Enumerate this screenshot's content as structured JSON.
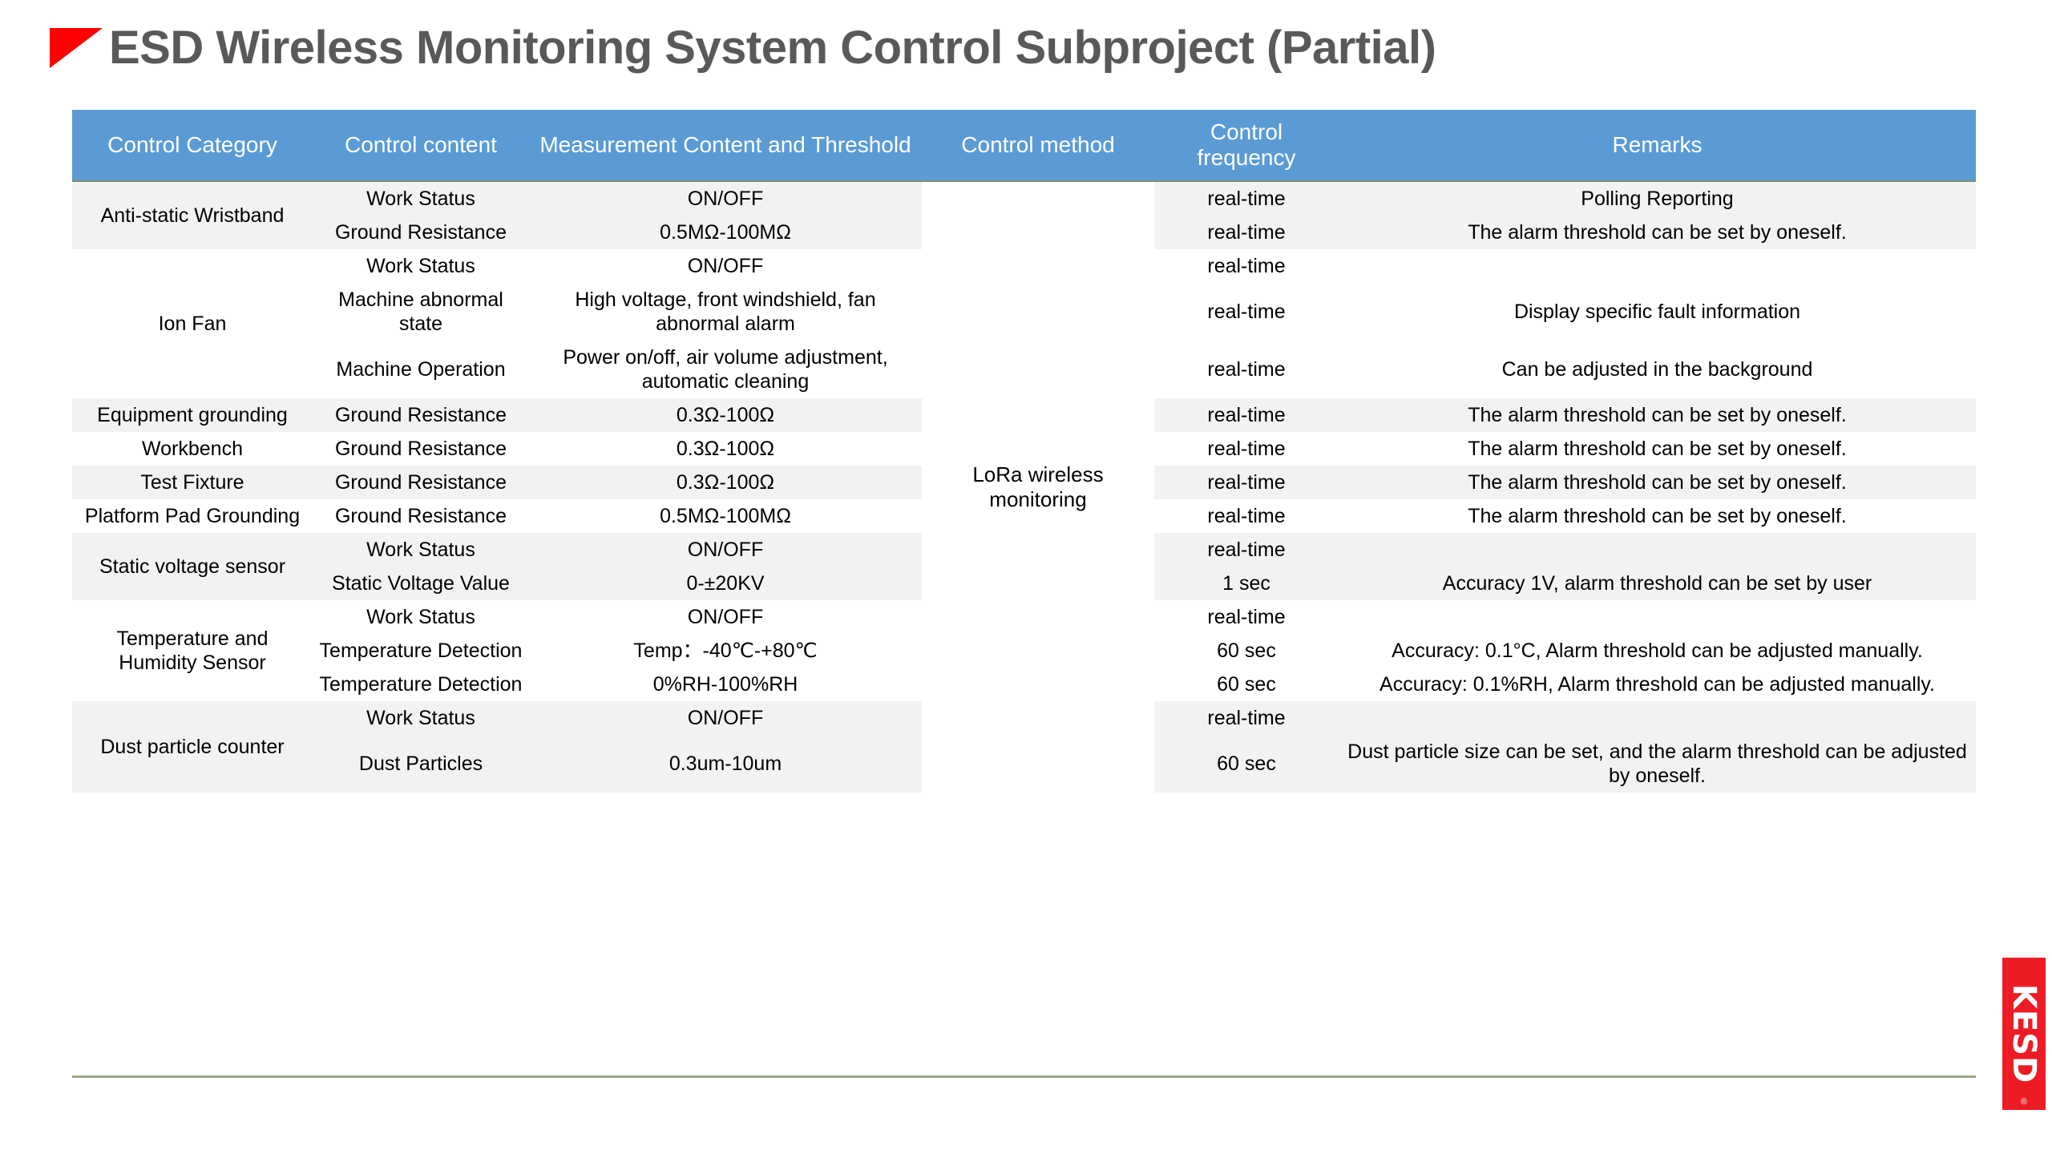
{
  "page": {
    "title": "ESD Wireless Monitoring System Control Subproject (Partial)",
    "marker_color": "#FF0000",
    "title_color": "#595959"
  },
  "table": {
    "header_bg": "#5B9BD5",
    "header_text_color": "#FFFFFF",
    "band_color": "#F2F2F2",
    "headers": [
      "Control Category",
      "Control content",
      "Measurement Content and Threshold",
      "Control method",
      "Control\nfrequency",
      "Remarks"
    ],
    "header_control_frequency_line1": "Control",
    "header_control_frequency_line2": "frequency",
    "control_method_value": "LoRa wireless monitoring",
    "rows": [
      {
        "category": "Anti-static Wristband",
        "control_content": "Work Status",
        "measurement": "ON/OFF",
        "frequency": "real-time",
        "remarks": "Polling Reporting"
      },
      {
        "category": "",
        "control_content": "Ground Resistance",
        "measurement": "0.5MΩ-100MΩ",
        "frequency": "real-time",
        "remarks": "The alarm threshold can be set by oneself."
      },
      {
        "category": "Ion Fan",
        "control_content": "Work Status",
        "measurement": "ON/OFF",
        "frequency": "real-time",
        "remarks": ""
      },
      {
        "category": "",
        "control_content": "Machine abnormal state",
        "measurement": "High voltage, front windshield, fan abnormal alarm",
        "frequency": "real-time",
        "remarks": "Display specific fault information"
      },
      {
        "category": "",
        "control_content": "Machine Operation",
        "measurement": "Power on/off, air volume adjustment, automatic cleaning",
        "frequency": "real-time",
        "remarks": "Can be adjusted in the background"
      },
      {
        "category": "Equipment grounding",
        "control_content": "Ground Resistance",
        "measurement": "0.3Ω-100Ω",
        "frequency": "real-time",
        "remarks": "The alarm threshold can be set by oneself."
      },
      {
        "category": "Workbench",
        "control_content": "Ground Resistance",
        "measurement": "0.3Ω-100Ω",
        "frequency": "real-time",
        "remarks": "The alarm threshold can be set by oneself."
      },
      {
        "category": "Test Fixture",
        "control_content": "Ground Resistance",
        "measurement": "0.3Ω-100Ω",
        "frequency": "real-time",
        "remarks": "The alarm threshold can be set by oneself."
      },
      {
        "category": "Platform Pad Grounding",
        "control_content": "Ground Resistance",
        "measurement": "0.5MΩ-100MΩ",
        "frequency": "real-time",
        "remarks": "The alarm threshold can be set by oneself."
      },
      {
        "category": "Static voltage sensor",
        "control_content": "Work Status",
        "measurement": "ON/OFF",
        "frequency": "real-time",
        "remarks": ""
      },
      {
        "category": "",
        "control_content": "Static Voltage Value",
        "measurement": "0-±20KV",
        "frequency": "1 sec",
        "remarks": "Accuracy 1V, alarm threshold can be set by user"
      },
      {
        "category": "Temperature and Humidity Sensor",
        "control_content": "Work Status",
        "measurement": "ON/OFF",
        "frequency": "real-time",
        "remarks": ""
      },
      {
        "category": "",
        "control_content": "Temperature Detection",
        "measurement": "Temp：-40℃-+80℃",
        "frequency": "60 sec",
        "remarks": "Accuracy: 0.1°C, Alarm threshold can be adjusted manually."
      },
      {
        "category": "",
        "control_content": "Temperature Detection",
        "measurement": "0%RH-100%RH",
        "frequency": "60 sec",
        "remarks": "Accuracy: 0.1%RH, Alarm threshold can be adjusted manually."
      },
      {
        "category": "Dust particle counter",
        "control_content": "Work Status",
        "measurement": "ON/OFF",
        "frequency": "real-time",
        "remarks": ""
      },
      {
        "category": "",
        "control_content": "Dust Particles",
        "measurement": "0.3um-10um",
        "frequency": "60 sec",
        "remarks": "Dust particle size can be set, and the alarm threshold can be adjusted by oneself."
      }
    ]
  },
  "logo": {
    "text": "KESD",
    "registered_mark": "®",
    "color": "#ED1C24"
  }
}
